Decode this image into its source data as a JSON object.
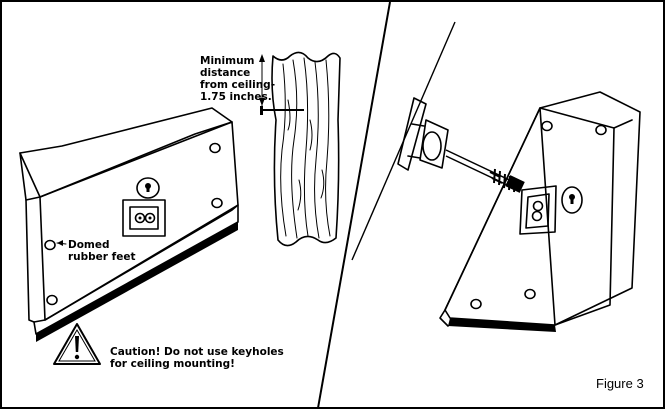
{
  "labels": {
    "ceiling_distance": [
      "Minimum",
      "distance",
      "from ceiling-",
      "1.75 inches."
    ],
    "domed_feet": [
      "Domed",
      "rubber feet"
    ],
    "caution": [
      "Caution! Do not use keyholes",
      "for ceiling mounting!"
    ],
    "figure": "Figure 3"
  },
  "icons": {
    "warning": "warning-triangle-exclamation-icon"
  },
  "colors": {
    "ink": "#000000",
    "paper": "#ffffff"
  }
}
